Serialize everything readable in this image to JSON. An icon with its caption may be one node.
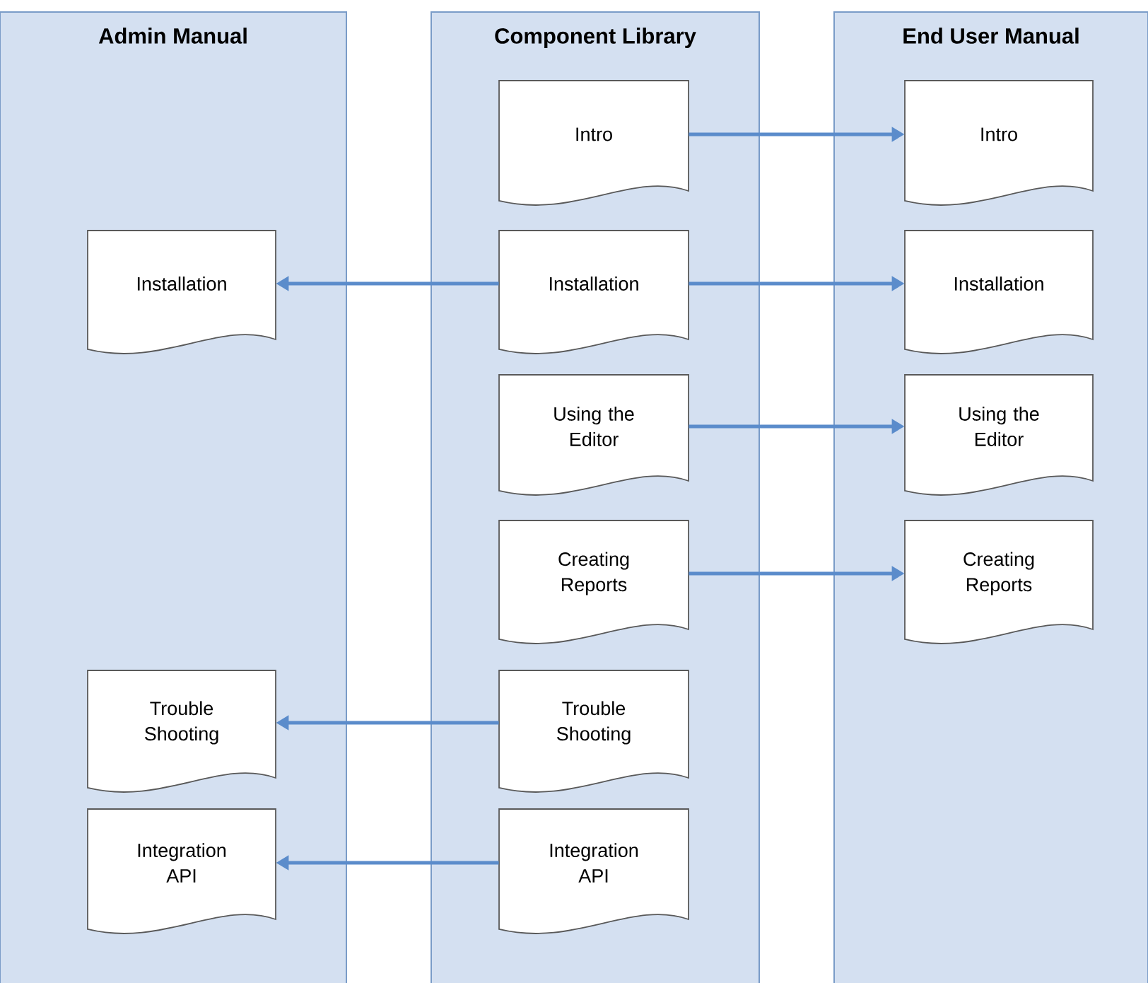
{
  "diagram": {
    "nodes": [
      {
        "text": [
          "Admin Manual"
        ]
      },
      {
        "text": [
          "Component Library"
        ]
      },
      {
        "text": [
          "End User Manual"
        ]
      },
      {
        "text": [
          "Intro"
        ],
        "in": 1
      },
      {
        "text": [
          "Installation"
        ],
        "in": 1
      },
      {
        "text": [
          "Using the Editor"
        ],
        "in": 1
      },
      {
        "text": [
          "Creating Reports"
        ],
        "in": 1
      },
      {
        "text": [
          "Trouble Shooting"
        ],
        "in": 1
      },
      {
        "text": [
          "Integration API"
        ],
        "in": 1
      },
      {
        "text": [
          "Intro"
        ],
        "in": 2
      },
      {
        "text": [
          "Installation"
        ],
        "in": 2
      },
      {
        "text": [
          "Using the Editor"
        ],
        "in": 2
      },
      {
        "text": [
          "Creating Reports"
        ],
        "in": 2
      },
      {
        "text": [
          "Installation"
        ],
        "in": 0
      },
      {
        "text": [
          "Trouble Shooting"
        ],
        "in": 0
      },
      {
        "text": [
          "Integration API"
        ],
        "in": 0
      }
    ],
    "edges": [
      {
        "from": 3,
        "to": 9,
        "arrow": "to"
      },
      {
        "from": 4,
        "to": 13,
        "arrow": "to"
      },
      {
        "from": 4,
        "to": 10,
        "arrow": "to"
      },
      {
        "from": 5,
        "to": 11,
        "arrow": "to"
      },
      {
        "from": 6,
        "to": 12,
        "arrow": "to"
      },
      {
        "from": 7,
        "to": 14,
        "arrow": "to"
      },
      {
        "from": 8,
        "to": 15,
        "arrow": "to"
      }
    ]
  }
}
